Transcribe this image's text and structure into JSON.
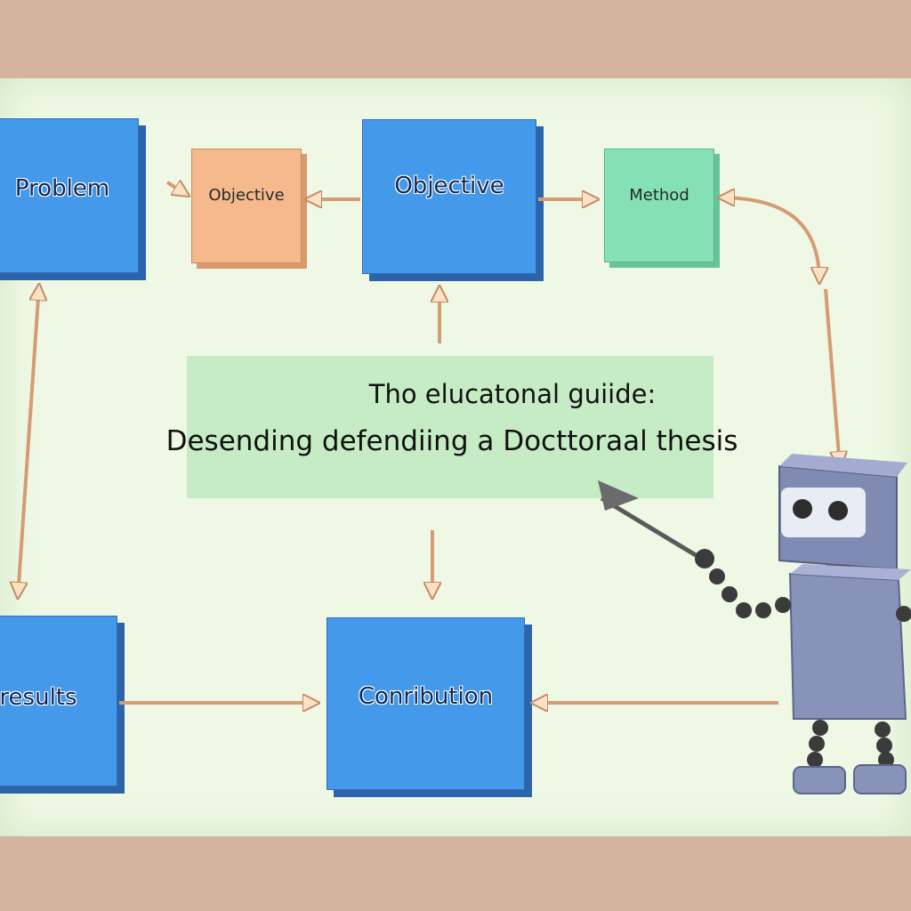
{
  "diagram": {
    "boxes": {
      "problem": "Problem",
      "objective_small": "Objective",
      "objective_main": "Objective",
      "method": "Method",
      "results": "results",
      "contribution": "Conribution"
    },
    "title": {
      "line1": "Thο elucatonal guiide:",
      "line2": "Desending defendiing a Docttoraal thesis"
    },
    "robot": {
      "name": "robot-presenter"
    }
  },
  "colors": {
    "background": "#d4b49e",
    "board": "#eef8e4",
    "blue_box": "#4499ea",
    "peach_box": "#f6b98b",
    "mint_box": "#86e0b6",
    "arrow_fill": "#fbe1c6",
    "arrow_stroke": "#c58b64",
    "robot": "#8793b8"
  }
}
